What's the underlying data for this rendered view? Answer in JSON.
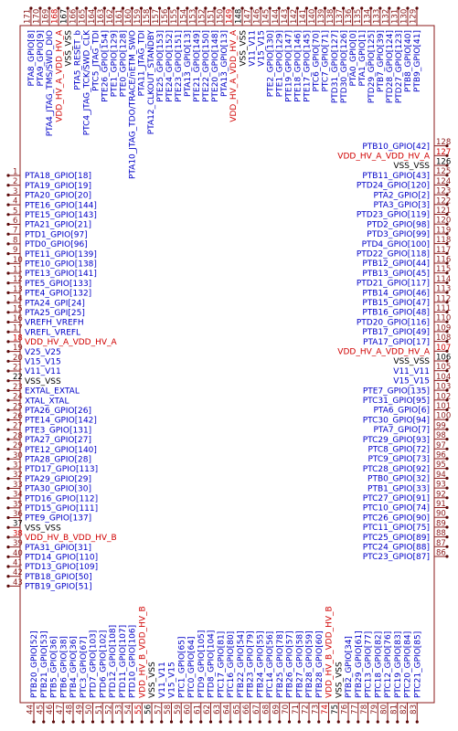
{
  "colors": {
    "body_outline": "#8b1a1a",
    "pin_line": "#8b1a1a",
    "pin_name": "#0000c8",
    "pin_number": "#8b1a1a",
    "power": "#d00000",
    "ground": "#000000",
    "pin_dot": "#5a0a0a"
  },
  "symbol": {
    "left_pins": [
      {
        "num": "1",
        "name": "PTA18_GPIO[18]",
        "kind": "signal"
      },
      {
        "num": "2",
        "name": "PTA19_GPIO[19]",
        "kind": "signal"
      },
      {
        "num": "3",
        "name": "PTA20_GPIO[20]",
        "kind": "signal"
      },
      {
        "num": "4",
        "name": "PTE16_GPIO[144]",
        "kind": "signal"
      },
      {
        "num": "5",
        "name": "PTE15_GPIO[143]",
        "kind": "signal"
      },
      {
        "num": "6",
        "name": "PTA21_GPIO[21]",
        "kind": "signal"
      },
      {
        "num": "7",
        "name": "PTD1_GPIO[97]",
        "kind": "signal"
      },
      {
        "num": "8",
        "name": "PTD0_GPIO[96]",
        "kind": "signal"
      },
      {
        "num": "9",
        "name": "PTE11_GPIO[139]",
        "kind": "signal"
      },
      {
        "num": "10",
        "name": "PTE10_GPIO[138]",
        "kind": "signal"
      },
      {
        "num": "11",
        "name": "PTE13_GPIO[141]",
        "kind": "signal"
      },
      {
        "num": "12",
        "name": "PTE5_GPIO[133]",
        "kind": "signal"
      },
      {
        "num": "13",
        "name": "PTE4_GPIO[132]",
        "kind": "signal"
      },
      {
        "num": "14",
        "name": "PTA24_GPI[24]",
        "kind": "signal"
      },
      {
        "num": "15",
        "name": "PTA25_GPI[25]",
        "kind": "signal"
      },
      {
        "num": "16",
        "name": "VREFH_VREFH",
        "kind": "signal"
      },
      {
        "num": "17",
        "name": "VREFL_VREFL",
        "kind": "signal"
      },
      {
        "num": "18",
        "name": "VDD_HV_A_VDD_HV_A",
        "kind": "power"
      },
      {
        "num": "19",
        "name": "V25_V25",
        "kind": "signal"
      },
      {
        "num": "20",
        "name": "V15_V15",
        "kind": "signal"
      },
      {
        "num": "21",
        "name": "V11_V11",
        "kind": "signal"
      },
      {
        "num": "22",
        "name": "VSS_VSS",
        "kind": "ground"
      },
      {
        "num": "23",
        "name": "EXTAL_EXTAL",
        "kind": "signal"
      },
      {
        "num": "24",
        "name": "XTAL_XTAL",
        "kind": "signal"
      },
      {
        "num": "25",
        "name": "PTA26_GPIO[26]",
        "kind": "signal"
      },
      {
        "num": "26",
        "name": "PTE14_GPIO[142]",
        "kind": "signal"
      },
      {
        "num": "27",
        "name": "PTE3_GPIO[131]",
        "kind": "signal"
      },
      {
        "num": "28",
        "name": "PTA27_GPIO[27]",
        "kind": "signal"
      },
      {
        "num": "29",
        "name": "PTE12_GPIO[140]",
        "kind": "signal"
      },
      {
        "num": "30",
        "name": "PTA28_GPIO[28]",
        "kind": "signal"
      },
      {
        "num": "31",
        "name": "PTD17_GPIO[113]",
        "kind": "signal"
      },
      {
        "num": "32",
        "name": "PTA29_GPIO[29]",
        "kind": "signal"
      },
      {
        "num": "33",
        "name": "PTA30_GPIO[30]",
        "kind": "signal"
      },
      {
        "num": "34",
        "name": "PTD16_GPIO[112]",
        "kind": "signal"
      },
      {
        "num": "35",
        "name": "PTD15_GPIO[111]",
        "kind": "signal"
      },
      {
        "num": "36",
        "name": "PTE9_GPIO[137]",
        "kind": "signal"
      },
      {
        "num": "37",
        "name": "VSS_VSS",
        "kind": "ground"
      },
      {
        "num": "38",
        "name": "VDD_HV_B_VDD_HV_B",
        "kind": "power"
      },
      {
        "num": "39",
        "name": "PTA31_GPIO[31]",
        "kind": "signal"
      },
      {
        "num": "40",
        "name": "PTD14_GPIO[110]",
        "kind": "signal"
      },
      {
        "num": "41",
        "name": "PTD13_GPIO[109]",
        "kind": "signal"
      },
      {
        "num": "42",
        "name": "PTB18_GPIO[50]",
        "kind": "signal"
      },
      {
        "num": "43",
        "name": "PTB19_GPIO[51]",
        "kind": "signal"
      }
    ],
    "bottom_pins": [
      {
        "num": "44",
        "name": "PTB20_GPIO[52]",
        "kind": "signal"
      },
      {
        "num": "45",
        "name": "PTB21_GPIO[53]",
        "kind": "signal"
      },
      {
        "num": "46",
        "name": "PTB5_GPIO[36]",
        "kind": "signal"
      },
      {
        "num": "47",
        "name": "PTB6_GPIO[38]",
        "kind": "signal"
      },
      {
        "num": "48",
        "name": "PTB4_GPIO[36]",
        "kind": "signal"
      },
      {
        "num": "49",
        "name": "PTC3_GPIO[67]",
        "kind": "signal"
      },
      {
        "num": "50",
        "name": "PTD7_GPIO[103]",
        "kind": "signal"
      },
      {
        "num": "51",
        "name": "PTD6_GPIO[102]",
        "kind": "signal"
      },
      {
        "num": "52",
        "name": "PTD12_GPIO[108]",
        "kind": "signal"
      },
      {
        "num": "53",
        "name": "PTD11_GPIO[107]",
        "kind": "signal"
      },
      {
        "num": "54",
        "name": "PTD10_GPIO[106]",
        "kind": "signal"
      },
      {
        "num": "55",
        "name": "VDD_HV_B_VDD_HV_B",
        "kind": "power"
      },
      {
        "num": "56",
        "name": "VSS_VSS",
        "kind": "ground"
      },
      {
        "num": "57",
        "name": "V11_V11",
        "kind": "signal"
      },
      {
        "num": "58",
        "name": "V15_V15",
        "kind": "signal"
      },
      {
        "num": "59",
        "name": "PTC1_GPIO[65]",
        "kind": "signal"
      },
      {
        "num": "60",
        "name": "PTC0_GPIO[64]",
        "kind": "signal"
      },
      {
        "num": "61",
        "name": "PTD9_GPIO[105]",
        "kind": "signal"
      },
      {
        "num": "62",
        "name": "PTD8_GPIO[104]",
        "kind": "signal"
      },
      {
        "num": "63",
        "name": "PTC17_GPIO[81]",
        "kind": "signal"
      },
      {
        "num": "64",
        "name": "PTC16_GPIO[80]",
        "kind": "signal"
      },
      {
        "num": "65",
        "name": "PTB22_GPIO[54]",
        "kind": "signal"
      },
      {
        "num": "66",
        "name": "PTB23_GPIO[79]",
        "kind": "signal"
      },
      {
        "num": "67",
        "name": "PTB24_GPIO[55]",
        "kind": "signal"
      },
      {
        "num": "68",
        "name": "PTC14_GPIO[56]",
        "kind": "signal"
      },
      {
        "num": "69",
        "name": "PTB25_GPIO[78]",
        "kind": "signal"
      },
      {
        "num": "70",
        "name": "PTB26_GPIO[57]",
        "kind": "signal"
      },
      {
        "num": "71",
        "name": "PTB27_GPIO[58]",
        "kind": "signal"
      },
      {
        "num": "72",
        "name": "PTB28_GPIO[59]",
        "kind": "signal"
      },
      {
        "num": "73",
        "name": "PTB28_GPIO[60]",
        "kind": "signal"
      },
      {
        "num": "74",
        "name": "VDD_HV_B_VDD_HV_B",
        "kind": "power"
      },
      {
        "num": "75",
        "name": "VSS_VSS",
        "kind": "ground"
      },
      {
        "num": "76",
        "name": "PTB2_GPIO[34]",
        "kind": "signal"
      },
      {
        "num": "77",
        "name": "PTB29_GPIO[61]",
        "kind": "signal"
      },
      {
        "num": "78",
        "name": "PTC13_GPIO[77]",
        "kind": "signal"
      },
      {
        "num": "79",
        "name": "PTC18_GPIO[82]",
        "kind": "signal"
      },
      {
        "num": "80",
        "name": "PTC12_GPIO[76]",
        "kind": "signal"
      },
      {
        "num": "81",
        "name": "PTC19_GPIO[83]",
        "kind": "signal"
      },
      {
        "num": "82",
        "name": "PTC20_GPIO[84]",
        "kind": "signal"
      },
      {
        "num": "83",
        "name": "PTC21_GPIO[85]",
        "kind": "signal"
      }
    ],
    "right_pins": [
      {
        "num": "86",
        "name": "PTC23_GPIO[87]",
        "kind": "signal"
      },
      {
        "num": "87",
        "name": "PTC24_GPIO[88]",
        "kind": "signal"
      },
      {
        "num": "88",
        "name": "PTC25_GPIO[89]",
        "kind": "signal"
      },
      {
        "num": "89",
        "name": "PTC11_GPIO[75]",
        "kind": "signal"
      },
      {
        "num": "90",
        "name": "PTC26_GPIO[90]",
        "kind": "signal"
      },
      {
        "num": "91",
        "name": "PTC10_GPIO[74]",
        "kind": "signal"
      },
      {
        "num": "92",
        "name": "PTC27_GPIO[91]",
        "kind": "signal"
      },
      {
        "num": "93",
        "name": "PTB1_GPIO[33]",
        "kind": "signal"
      },
      {
        "num": "94",
        "name": "PTB0_GPIO[32]",
        "kind": "signal"
      },
      {
        "num": "95",
        "name": "PTC28_GPIO[92]",
        "kind": "signal"
      },
      {
        "num": "96",
        "name": "PTC9_GPIO[73]",
        "kind": "signal"
      },
      {
        "num": "97",
        "name": "PTC8_GPIO[72]",
        "kind": "signal"
      },
      {
        "num": "98",
        "name": "PTC29_GPIO[93]",
        "kind": "signal"
      },
      {
        "num": "99",
        "name": "PTA7_GPIO[7]",
        "kind": "signal"
      },
      {
        "num": "100",
        "name": "PTC30_GPIO[94]",
        "kind": "signal"
      },
      {
        "num": "101",
        "name": "PTA6_GPIO[6]",
        "kind": "signal"
      },
      {
        "num": "102",
        "name": "PTC31_GPIO[95]",
        "kind": "signal"
      },
      {
        "num": "103",
        "name": "PTE7_GPIO[135]",
        "kind": "signal"
      },
      {
        "num": "104",
        "name": "V15_V15",
        "kind": "signal"
      },
      {
        "num": "105",
        "name": "V11_V11",
        "kind": "signal"
      },
      {
        "num": "106",
        "name": "VSS_VSS",
        "kind": "ground"
      },
      {
        "num": "107",
        "name": "VDD_HV_A_VDD_HV_A",
        "kind": "power"
      },
      {
        "num": "108",
        "name": "PTA17_GPIO[17]",
        "kind": "signal"
      },
      {
        "num": "109",
        "name": "PTB17_GPIO[49]",
        "kind": "signal"
      },
      {
        "num": "110",
        "name": "PTD20_GPIO[116]",
        "kind": "signal"
      },
      {
        "num": "111",
        "name": "PTB16_GPIO[48]",
        "kind": "signal"
      },
      {
        "num": "112",
        "name": "PTB15_GPIO[47]",
        "kind": "signal"
      },
      {
        "num": "113",
        "name": "PTB14_GPIO[46]",
        "kind": "signal"
      },
      {
        "num": "114",
        "name": "PTD21_GPIO[117]",
        "kind": "signal"
      },
      {
        "num": "115",
        "name": "PTB13_GPIO[45]",
        "kind": "signal"
      },
      {
        "num": "116",
        "name": "PTB12_GPIO[44]",
        "kind": "signal"
      },
      {
        "num": "117",
        "name": "PTD22_GPIO[118]",
        "kind": "signal"
      },
      {
        "num": "118",
        "name": "PTD4_GPIO[100]",
        "kind": "signal"
      },
      {
        "num": "119",
        "name": "PTD3_GPIO[99]",
        "kind": "signal"
      },
      {
        "num": "120",
        "name": "PTD2_GPIO[98]",
        "kind": "signal"
      },
      {
        "num": "121",
        "name": "PTD23_GPIO[119]",
        "kind": "signal"
      },
      {
        "num": "122",
        "name": "PTA3_GPIO[3]",
        "kind": "signal"
      },
      {
        "num": "123",
        "name": "PTA2_GPIO[2]",
        "kind": "signal"
      },
      {
        "num": "124",
        "name": "PTD24_GPIO[120]",
        "kind": "signal"
      },
      {
        "num": "125",
        "name": "PTB11_GPIO[43]",
        "kind": "signal"
      },
      {
        "num": "126",
        "name": "VSS_VSS",
        "kind": "ground"
      },
      {
        "num": "127",
        "name": "VDD_HV_A_VDD_HV_A",
        "kind": "power"
      },
      {
        "num": "128",
        "name": "PTB10_GPIO[42]",
        "kind": "signal"
      }
    ],
    "top_pins": [
      {
        "num": "129",
        "name": "PTB9_GPIO[41]",
        "kind": "signal"
      },
      {
        "num": "130",
        "name": "PTB8_GPIO[40]",
        "kind": "signal"
      },
      {
        "num": "131",
        "name": "PTD27_GPIO[123]",
        "kind": "signal"
      },
      {
        "num": "132",
        "name": "PTD28_GPIO[124]",
        "kind": "signal"
      },
      {
        "num": "133",
        "name": "PTB7_GPIO[39]",
        "kind": "signal"
      },
      {
        "num": "134",
        "name": "PTD29_GPIO[125]",
        "kind": "signal"
      },
      {
        "num": "135",
        "name": "PTA1_GPIO[1]",
        "kind": "signal"
      },
      {
        "num": "136",
        "name": "PTA0_GPIO[0]",
        "kind": "signal"
      },
      {
        "num": "137",
        "name": "PTD30_GPIO[126]",
        "kind": "signal"
      },
      {
        "num": "138",
        "name": "PTD31_GPIO[127]",
        "kind": "signal"
      },
      {
        "num": "139",
        "name": "PTC7_GPIO[71]",
        "kind": "signal"
      },
      {
        "num": "140",
        "name": "PTC6_GPIO[70]",
        "kind": "signal"
      },
      {
        "num": "141",
        "name": "PTE17_GPIO[145]",
        "kind": "signal"
      },
      {
        "num": "142",
        "name": "PTE18_GPIO[146]",
        "kind": "signal"
      },
      {
        "num": "143",
        "name": "PTE19_GPIO[147]",
        "kind": "signal"
      },
      {
        "num": "144",
        "name": "PTE1_GPIO[129]",
        "kind": "signal"
      },
      {
        "num": "145",
        "name": "PTE2_GPIO[130]",
        "kind": "signal"
      },
      {
        "num": "146",
        "name": "V15_V15",
        "kind": "signal"
      },
      {
        "num": "147",
        "name": "V11_V11",
        "kind": "signal"
      },
      {
        "num": "148",
        "name": "VSS_VSS",
        "kind": "ground"
      },
      {
        "num": "149",
        "name": "VDD_HV_A_VDD_HV_A",
        "kind": "power"
      },
      {
        "num": "150",
        "name": "PTA13_GPIO[13]",
        "kind": "signal"
      },
      {
        "num": "151",
        "name": "PTE20_GPIO[148]",
        "kind": "signal"
      },
      {
        "num": "152",
        "name": "PTE22_GPIO[150]",
        "kind": "signal"
      },
      {
        "num": "153",
        "name": "PTE21_GPIO[149]",
        "kind": "signal"
      },
      {
        "num": "154",
        "name": "PTA13_GPIO[13]",
        "kind": "signal"
      },
      {
        "num": "155",
        "name": "PTE23_GPIO[151]",
        "kind": "signal"
      },
      {
        "num": "156",
        "name": "PTE24_GPIO[152]",
        "kind": "signal"
      },
      {
        "num": "157",
        "name": "PTE25_GPIO[153]",
        "kind": "signal"
      },
      {
        "num": "158",
        "name": "PTA12_CLKOUT_STANDBY",
        "kind": "signal"
      },
      {
        "num": "159",
        "name": "PTA11_JTAG_TDI",
        "kind": "signal"
      },
      {
        "num": "160",
        "name": "PTA10_JTAG_TDO/TRACE/nETM_SWO",
        "kind": "signal"
      },
      {
        "num": "161",
        "name": "PTE0_GPIO[128]",
        "kind": "signal"
      },
      {
        "num": "162",
        "name": "PTE1_GPIO[129]",
        "kind": "signal"
      },
      {
        "num": "163",
        "name": "PTE26_GPIO[154]",
        "kind": "signal"
      },
      {
        "num": "164",
        "name": "PTC5_JTAG_TDI",
        "kind": "signal"
      },
      {
        "num": "165",
        "name": "PTC4_JTAG_TCK/SWD_CLK",
        "kind": "signal"
      },
      {
        "num": "166",
        "name": "PTA5_RESET_b",
        "kind": "signal"
      },
      {
        "num": "167",
        "name": "VSS_VSS",
        "kind": "ground"
      },
      {
        "num": "168",
        "name": "VDD_HV_A_VDD_HV_A",
        "kind": "power"
      },
      {
        "num": "169",
        "name": "PTA4_JTAG_TMS/SWD_DIO",
        "kind": "signal"
      },
      {
        "num": "170",
        "name": "PTA9_GPIO[9]",
        "kind": "signal"
      },
      {
        "num": "171",
        "name": "PTA8_GPIO[8]",
        "kind": "signal"
      }
    ]
  }
}
